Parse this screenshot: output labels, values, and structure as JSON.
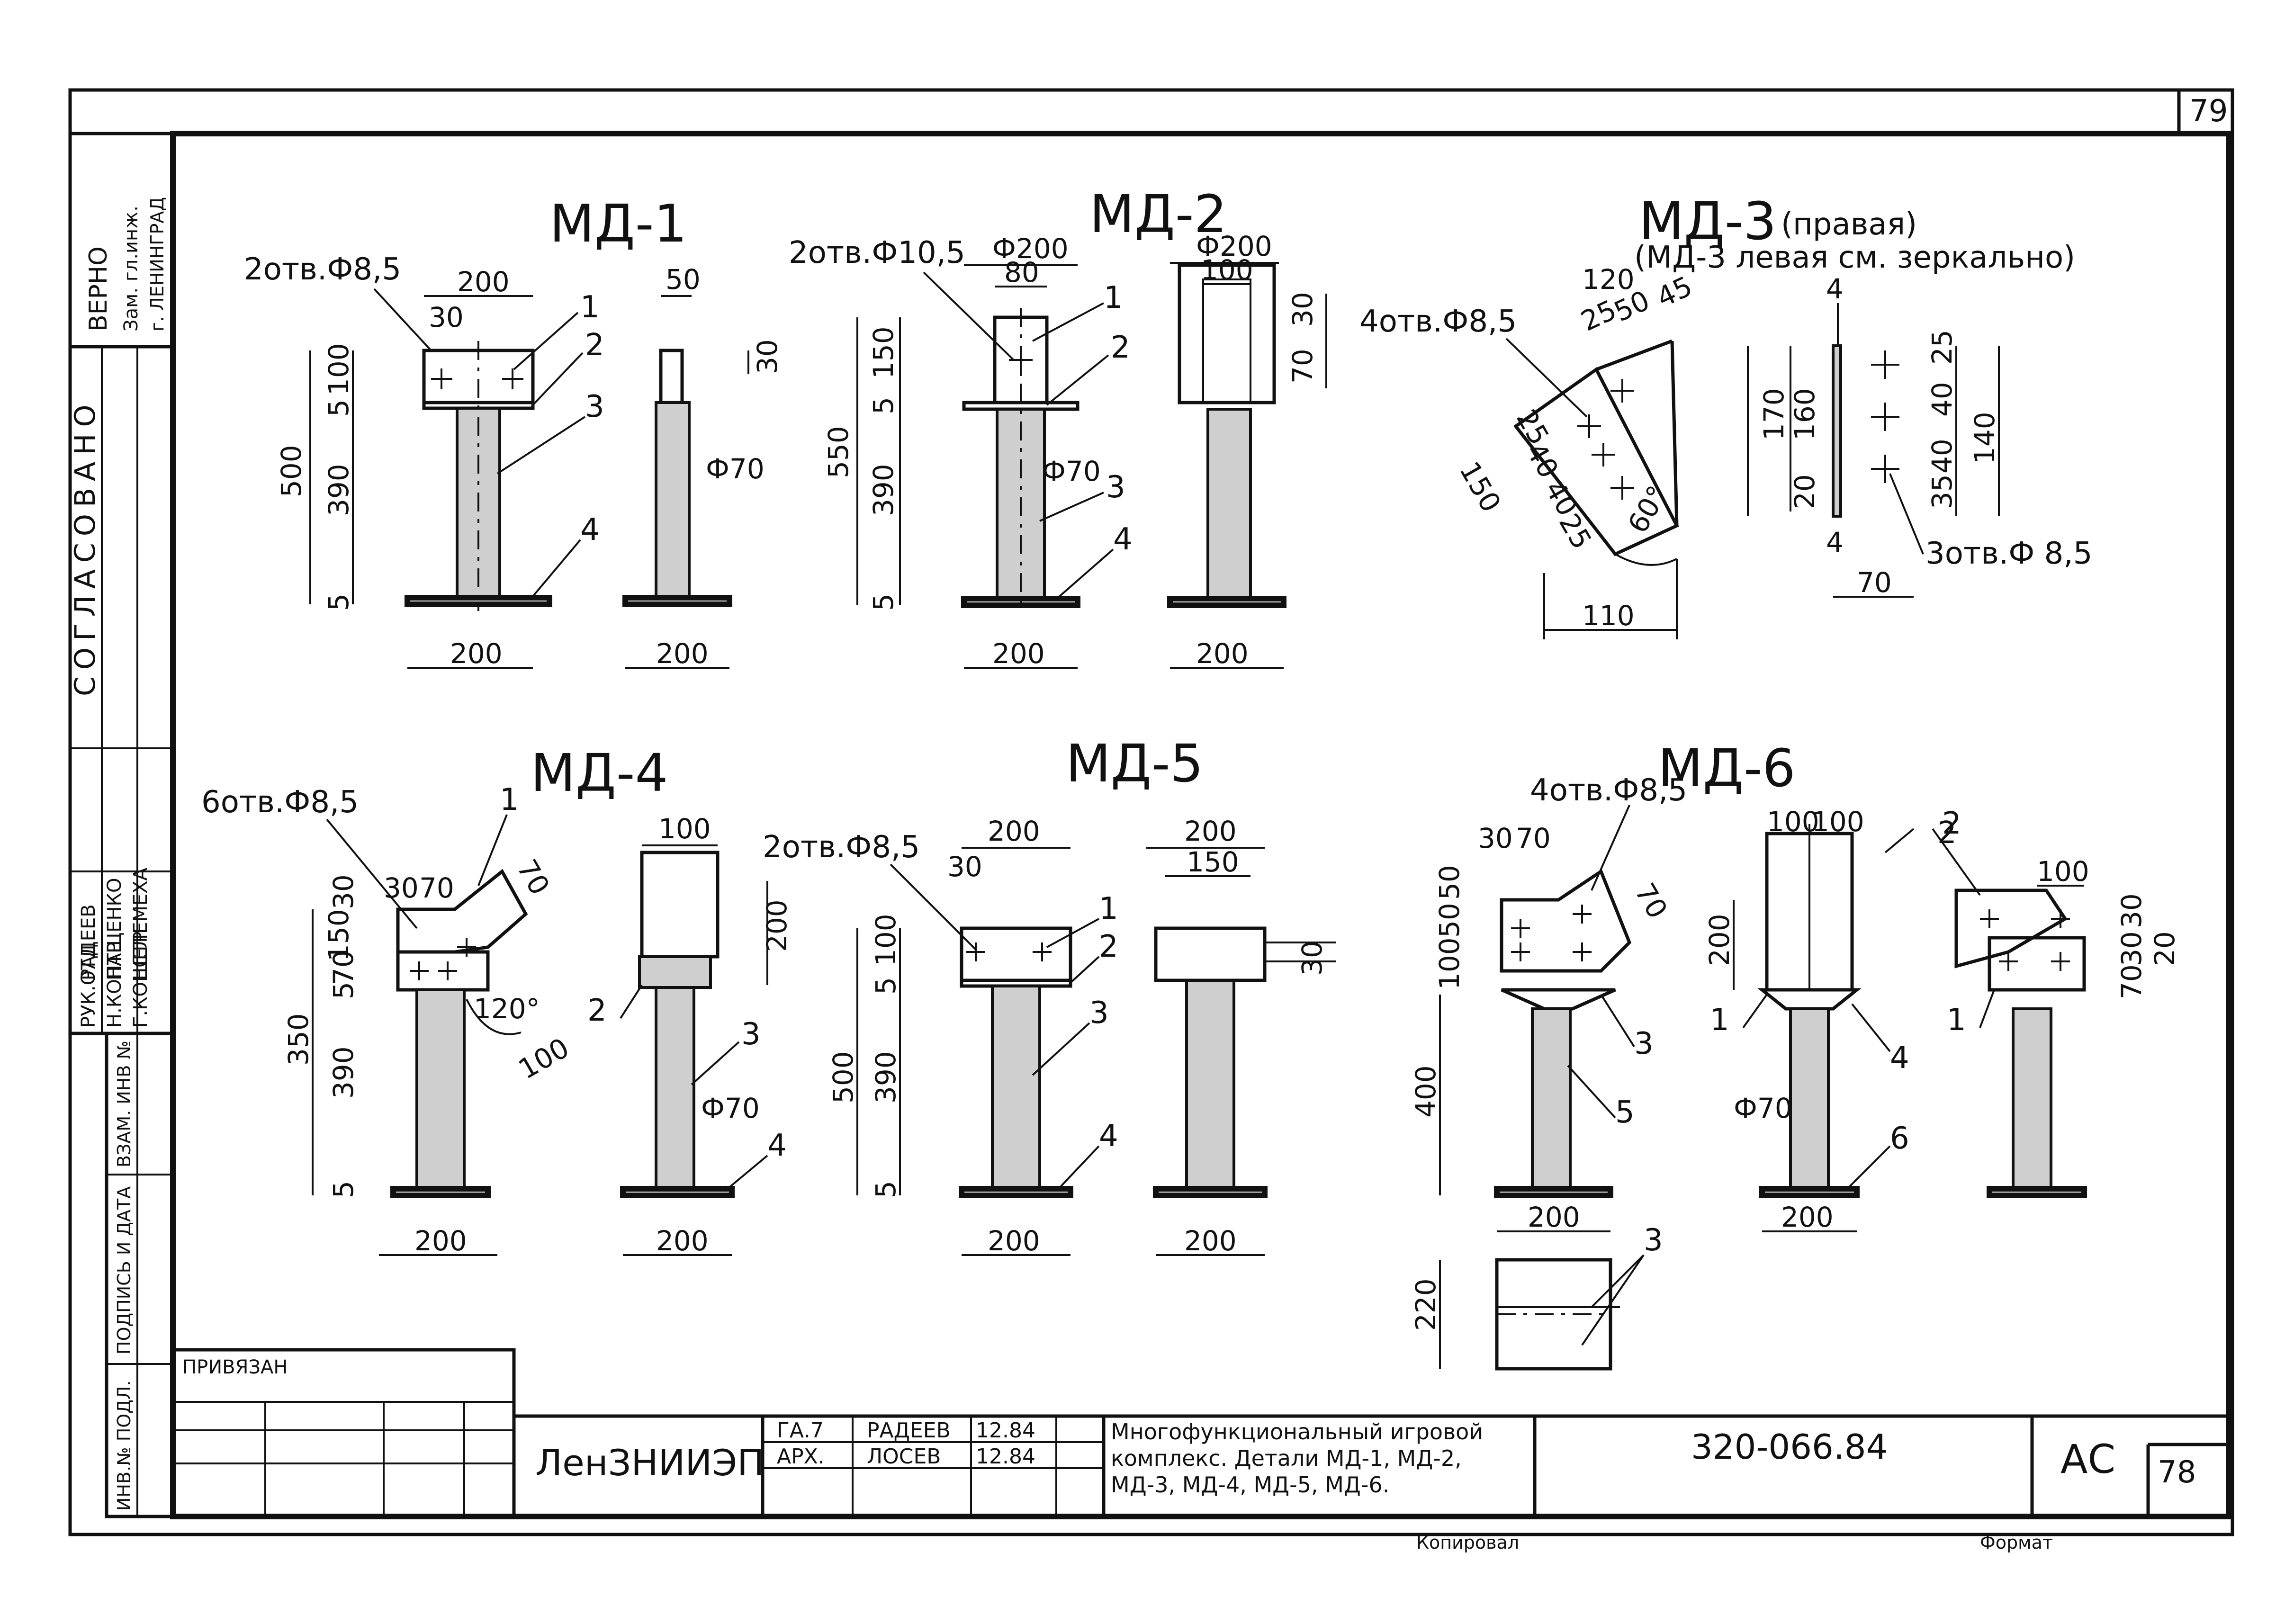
{
  "sheet_number": "79",
  "stamp": {
    "verified": "ВЕРНО",
    "chief": "Зам. гл.инж.",
    "city": "г. ЛЕНИНГРАД"
  },
  "side": {
    "agreed": "СОГЛАСОВАНО",
    "sign_date": "ПОДПИСЬ И ДАТА",
    "replace_inv": "ВЗАМ. ИНВ №",
    "inv_orig": "ИНВ.№ ПОДЛ.",
    "staff": [
      {
        "role": "РУК.ОТД",
        "name": "РАДЕЕВ"
      },
      {
        "role": "Н.КОНТР",
        "name": "ПАЩЕНКО"
      },
      {
        "role": "Г.КОНСТР",
        "name": "ШЕЛЕМЕХА"
      }
    ]
  },
  "details": {
    "md1": {
      "title": "МД-1",
      "holes": "2отв.Ф8,5",
      "dims": [
        "200",
        "30",
        "100",
        "5",
        "500",
        "390",
        "5",
        "200",
        "50",
        "30",
        "Ф70",
        "200"
      ],
      "callouts": [
        "1",
        "2",
        "3",
        "4"
      ]
    },
    "md2": {
      "title": "МД-2",
      "holes": "2отв.Ф10,5",
      "dims": [
        "Ф200",
        "80",
        "150",
        "550",
        "5",
        "390",
        "5",
        "Ф70",
        "200",
        "Ф200",
        "100",
        "30",
        "70",
        "200"
      ],
      "callouts": [
        "1",
        "2",
        "3",
        "4"
      ]
    },
    "md3": {
      "title": "МД-3",
      "title_note": "(правая)",
      "mirror_note": "(МД-3 левая см. зеркально)",
      "holes": "4отв.Ф8,5",
      "holes_side": "3отв.Ф 8,5",
      "dims": [
        "120",
        "25",
        "50",
        "45",
        "25",
        "40",
        "40",
        "25",
        "150",
        "60°",
        "110",
        "4",
        "170",
        "160",
        "20",
        "25",
        "40",
        "40",
        "35",
        "140",
        "4",
        "70"
      ]
    },
    "md4": {
      "title": "МД-4",
      "holes": "6отв.Ф8,5",
      "dims": [
        "30",
        "70",
        "70",
        "30",
        "150",
        "70",
        "5",
        "350",
        "390",
        "5",
        "120°",
        "100",
        "200",
        "100",
        "200",
        "Ф70",
        "200"
      ],
      "callouts": [
        "1",
        "2",
        "3",
        "4"
      ]
    },
    "md5": {
      "title": "МД-5",
      "holes": "2отв.Ф8,5",
      "dims": [
        "200",
        "30",
        "100",
        "5",
        "500",
        "390",
        "5",
        "200",
        "200",
        "150",
        "30",
        "200"
      ],
      "callouts": [
        "1",
        "2",
        "3",
        "4"
      ]
    },
    "md6": {
      "title": "МД-6",
      "holes": "4отв.Ф8,5",
      "dims": [
        "30",
        "70",
        "50",
        "50",
        "100",
        "400",
        "200",
        "220",
        "100",
        "100",
        "200",
        "Ф70",
        "200",
        "100",
        "30",
        "30",
        "70",
        "20",
        "70"
      ],
      "callouts": [
        "1",
        "2",
        "3",
        "4",
        "5",
        "6",
        "3",
        "2",
        "1"
      ]
    }
  },
  "title_block": {
    "bound": "ПРИВЯЗАН",
    "org": "ЛенЗНИИЭП",
    "rows": [
      {
        "role": "ГА.7",
        "name": "РАДЕЕВ",
        "date": "12.84"
      },
      {
        "role": "АРХ.",
        "name": "ЛОСЕВ",
        "date": "12.84"
      }
    ],
    "description": "Многофункциональный игровой комплекс. Детали МД-1, МД-2, МД-3, МД-4, МД-5, МД-6.",
    "code": "320-066.84",
    "stage": "АС",
    "page": "78",
    "copied": "Копировал",
    "format": "Формат"
  }
}
